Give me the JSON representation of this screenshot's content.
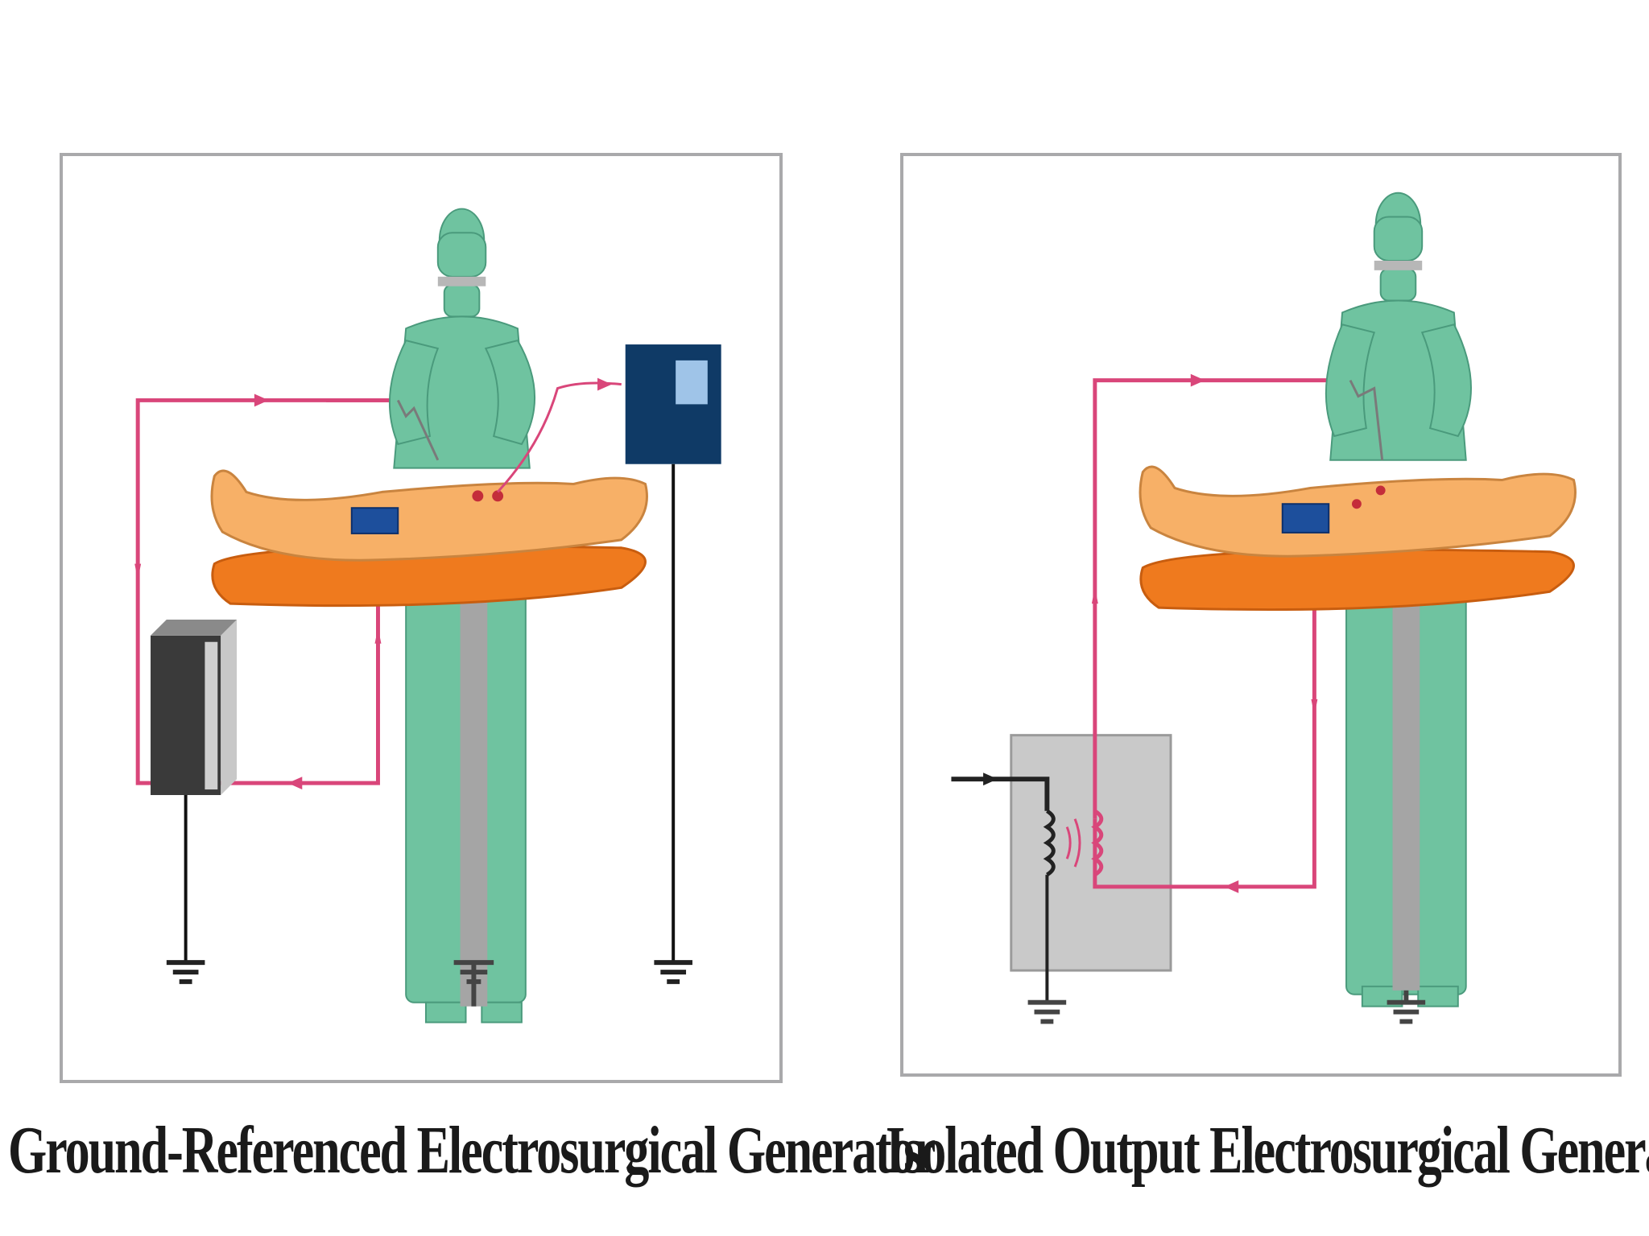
{
  "diagrams": [
    {
      "caption": "Ground-Referenced Electrosurgical Generator",
      "components": [
        "surgeon",
        "patient",
        "operating-table",
        "generator",
        "active-electrode",
        "dispersive-pad",
        "ecg-monitor",
        "ground-symbol"
      ]
    },
    {
      "caption": "Isolated Output Electrosurgical Generator",
      "components": [
        "surgeon",
        "patient",
        "operating-table",
        "isolation-transformer",
        "active-electrode",
        "dispersive-pad",
        "ground-symbol"
      ]
    }
  ],
  "colors": {
    "surgeon": "#6fc3a0",
    "patient_skin": "#f7b067",
    "table_pad": "#ef7a1e",
    "circuit_wire": "#d9467a",
    "generator_box": "#3a3a3a",
    "monitor": "#0f3a66",
    "dispersive_pad": "#1d4f9c",
    "isolation_box": "#c9c9c9",
    "border": "#a9a9ab"
  }
}
